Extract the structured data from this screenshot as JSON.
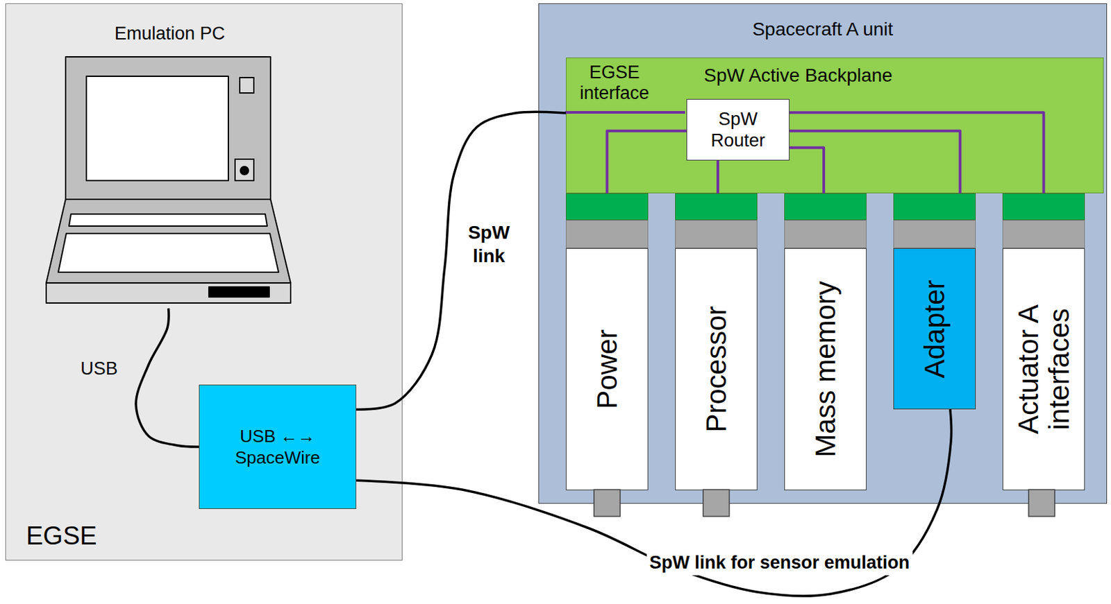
{
  "diagram": {
    "nodes": [
      {
        "text": [
          "EGSE"
        ]
      },
      {
        "text": [
          "Emulation PC"
        ],
        "in": 0
      },
      {
        "text": [
          "USB ←→ SpaceWire"
        ],
        "in": 0
      },
      {
        "text": [
          "Spacecraft A unit"
        ]
      },
      {
        "text": [
          "SpW Active Backplane",
          "EGSE interface"
        ],
        "in": 3
      },
      {
        "text": [
          "SpW Router"
        ],
        "in": 4
      },
      {
        "text": [
          "Power"
        ],
        "in": 3
      },
      {
        "text": [
          "Processor"
        ],
        "in": 3
      },
      {
        "text": [
          "Mass memory"
        ],
        "in": 3
      },
      {
        "text": [
          "Adapter"
        ],
        "in": 3
      },
      {
        "text": [
          "Actuator A interfaces"
        ],
        "in": 3
      }
    ],
    "edges": [
      {
        "from": 1,
        "to": 2,
        "arrow": "none",
        "label": "USB"
      },
      {
        "from": 2,
        "to": 4,
        "arrow": "none",
        "label": "SpW link"
      },
      {
        "from": 5,
        "to": 6,
        "arrow": "none"
      },
      {
        "from": 5,
        "to": 7,
        "arrow": "none"
      },
      {
        "from": 5,
        "to": 8,
        "arrow": "none"
      },
      {
        "from": 5,
        "to": 9,
        "arrow": "none"
      },
      {
        "from": 5,
        "to": 10,
        "arrow": "none"
      },
      {
        "from": 2,
        "to": 9,
        "arrow": "none",
        "label": "SpW link for sensor emulation"
      }
    ]
  }
}
